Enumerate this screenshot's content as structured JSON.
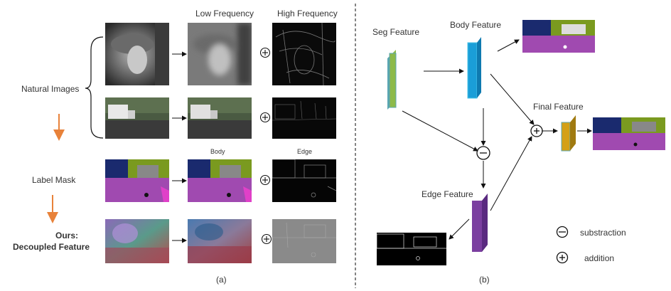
{
  "panel_a": {
    "col_low": "Low Frequency",
    "col_high": "High Frequency",
    "row_natural": "Natural Images",
    "row_label": "Label Mask",
    "row_ours_1": "Ours:",
    "row_ours_2": "Decoupled Feature",
    "body": "Body",
    "edge": "Edge",
    "caption": "(a)"
  },
  "panel_b": {
    "seg": "Seg Feature",
    "body": "Body Feature",
    "final": "Final Feature",
    "edge": "Edge Feature",
    "legend_sub": "substraction",
    "legend_add": "addition",
    "caption": "(b)"
  },
  "colors": {
    "seg": "#8dba4a",
    "body": "#1a9ed8",
    "final": "#d4a017",
    "edge": "#7b3fa0",
    "arrow_orange": "#e8823a",
    "road": "#a04ab0",
    "sky": "#1a2a6e",
    "veg": "#7a9a1f",
    "person": "#e040c8"
  }
}
